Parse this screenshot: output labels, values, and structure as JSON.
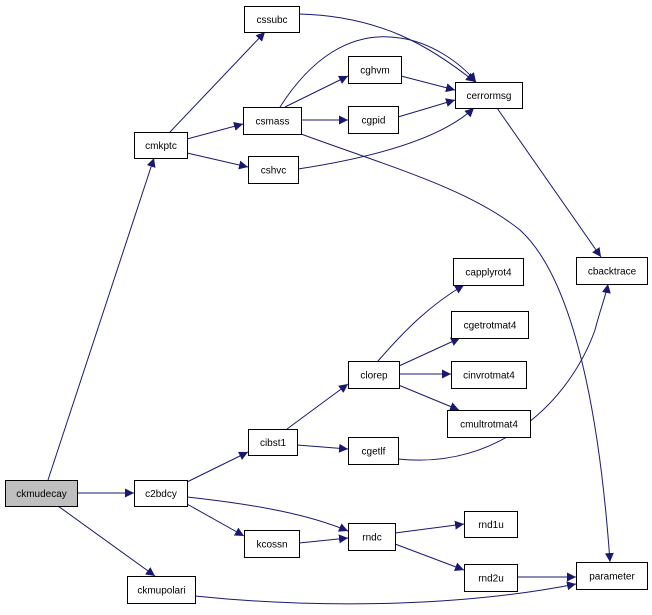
{
  "graph": {
    "colors": {
      "edge": "#191970",
      "node_border": "#000000",
      "root_fill": "#bfbfbf",
      "node_fill": "#ffffff"
    },
    "nodes": {
      "cssubc": "cssubc",
      "cmkptc": "cmkptc",
      "csmass": "csmass",
      "cghvm": "cghvm",
      "cgpid": "cgpid",
      "cerrormsg": "cerrormsg",
      "cshvc": "cshvc",
      "cbacktrace": "cbacktrace",
      "capplyrot4": "capplyrot4",
      "cgetrotmat4": "cgetrotmat4",
      "clorep": "clorep",
      "cinvrotmat4": "cinvrotmat4",
      "cmultrotmat4": "cmultrotmat4",
      "cibst1": "cibst1",
      "cgetlf": "cgetlf",
      "ckmudecay": "ckmudecay",
      "c2bdcy": "c2bdcy",
      "rndc": "rndc",
      "rnd1u": "rnd1u",
      "kcossn": "kcossn",
      "rnd2u": "rnd2u",
      "ckmupolari": "ckmupolari",
      "parameter": "parameter"
    },
    "edges": [
      [
        "ckmudecay",
        "cmkptc"
      ],
      [
        "ckmudecay",
        "c2bdcy"
      ],
      [
        "ckmudecay",
        "ckmupolari"
      ],
      [
        "cmkptc",
        "cssubc"
      ],
      [
        "cmkptc",
        "csmass"
      ],
      [
        "cmkptc",
        "cshvc"
      ],
      [
        "cssubc",
        "cerrormsg"
      ],
      [
        "csmass",
        "cerrormsg"
      ],
      [
        "csmass",
        "cghvm"
      ],
      [
        "csmass",
        "cgpid"
      ],
      [
        "csmass",
        "parameter"
      ],
      [
        "cghvm",
        "cerrormsg"
      ],
      [
        "cgpid",
        "cerrormsg"
      ],
      [
        "cshvc",
        "cerrormsg"
      ],
      [
        "cerrormsg",
        "cbacktrace"
      ],
      [
        "c2bdcy",
        "cibst1"
      ],
      [
        "c2bdcy",
        "kcossn"
      ],
      [
        "c2bdcy",
        "rndc"
      ],
      [
        "cibst1",
        "clorep"
      ],
      [
        "cibst1",
        "cgetlf"
      ],
      [
        "clorep",
        "capplyrot4"
      ],
      [
        "clorep",
        "cgetrotmat4"
      ],
      [
        "clorep",
        "cinvrotmat4"
      ],
      [
        "clorep",
        "cmultrotmat4"
      ],
      [
        "cgetlf",
        "cbacktrace"
      ],
      [
        "kcossn",
        "rndc"
      ],
      [
        "rndc",
        "rnd1u"
      ],
      [
        "rndc",
        "rnd2u"
      ],
      [
        "rnd2u",
        "parameter"
      ],
      [
        "ckmupolari",
        "parameter"
      ]
    ]
  }
}
